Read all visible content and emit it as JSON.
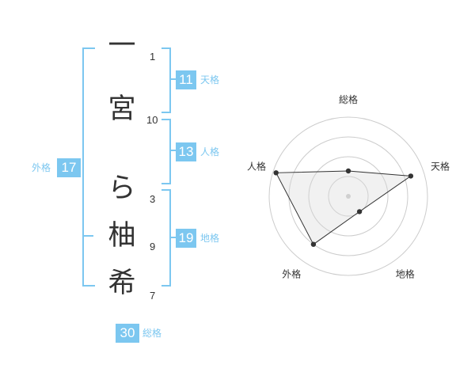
{
  "name": {
    "characters": [
      {
        "char": "一",
        "strokes": "1"
      },
      {
        "char": "宮",
        "strokes": "10"
      },
      {
        "char": "",
        "strokes": ""
      },
      {
        "char": "ら",
        "strokes": "3"
      },
      {
        "char": "柚",
        "strokes": "9"
      },
      {
        "char": "希",
        "strokes": "7"
      }
    ]
  },
  "fortune": {
    "tenkaku": {
      "value": "11",
      "label": "天格"
    },
    "jinkaku": {
      "value": "13",
      "label": "人格"
    },
    "chikaku": {
      "value": "19",
      "label": "地格"
    },
    "gaikaku": {
      "value": "17",
      "label": "外格"
    },
    "soukaku": {
      "value": "30",
      "label": "総格"
    }
  },
  "colors": {
    "accent": "#7cc7f0",
    "text": "#333333",
    "grid": "#cccccc"
  },
  "chart_data": {
    "type": "radar",
    "axes": [
      "総格",
      "天格",
      "地格",
      "外格",
      "人格"
    ],
    "values": [
      0.32,
      0.83,
      0.24,
      0.75,
      0.96
    ],
    "range": [
      0,
      1
    ],
    "rings": 4
  }
}
